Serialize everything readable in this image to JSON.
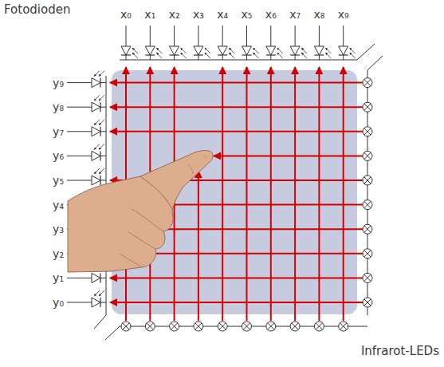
{
  "diagram": {
    "labels": [
      "Fotodioden",
      "x₀",
      "x₁",
      "x₂",
      "x₃",
      "x₄",
      "x₅",
      "x₆",
      "x₇",
      "x₈",
      "x₉",
      "y₉",
      "y₈",
      "y₇",
      "y₆",
      "y₅",
      "y₄",
      "y₃",
      "y₂",
      "y₁",
      "y₀",
      "Infrarot-LEDs"
    ]
  }
}
